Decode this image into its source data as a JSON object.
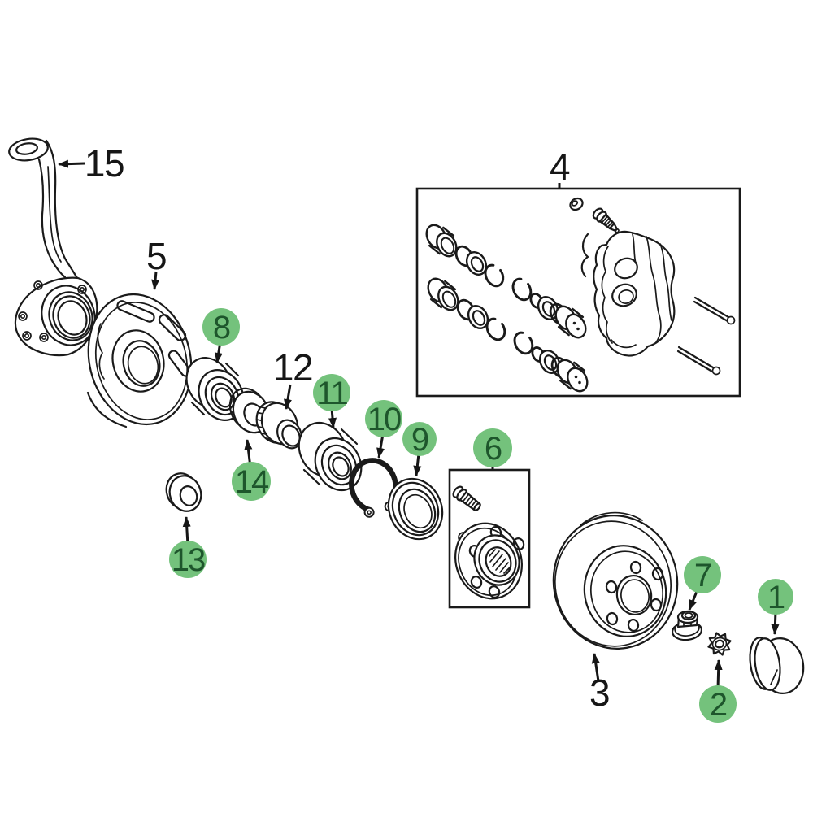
{
  "diagram": {
    "callouts": [
      {
        "label": "1",
        "highlighted": true
      },
      {
        "label": "2",
        "highlighted": true
      },
      {
        "label": "3",
        "highlighted": false
      },
      {
        "label": "4",
        "highlighted": false
      },
      {
        "label": "5",
        "highlighted": false
      },
      {
        "label": "6",
        "highlighted": true
      },
      {
        "label": "7",
        "highlighted": true
      },
      {
        "label": "8",
        "highlighted": true
      },
      {
        "label": "9",
        "highlighted": true
      },
      {
        "label": "10",
        "highlighted": true
      },
      {
        "label": "11",
        "highlighted": true
      },
      {
        "label": "12",
        "highlighted": false
      },
      {
        "label": "13",
        "highlighted": true
      },
      {
        "label": "14",
        "highlighted": true
      },
      {
        "label": "15",
        "highlighted": false
      }
    ],
    "colors": {
      "highlight_fill": "#74c27c",
      "highlight_number": "#1e562c",
      "line_color": "#1a1a1a",
      "background": "#ffffff"
    }
  }
}
